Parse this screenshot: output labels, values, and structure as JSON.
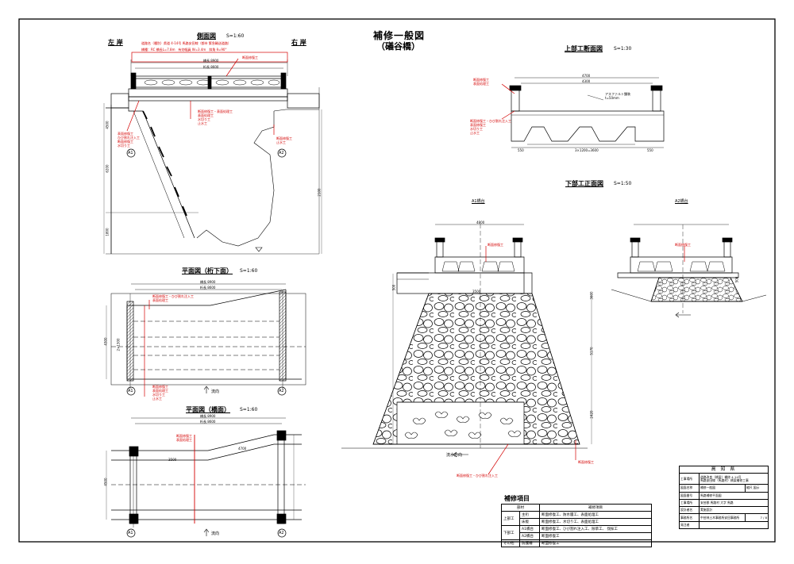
{
  "sheet": {
    "title": "補修一般図",
    "subtitle": "（礒谷橋）"
  },
  "side_view": {
    "title": "側面図",
    "scale": "S=1:60",
    "left_label": "左 岸",
    "right_label": "右 岸",
    "note_lines": [
      "道路名（種別）県道 4-14号 馬路安田線（都市 緊急輸送道路）",
      "橋種：RC 橋長L=7.8m　有効幅員 W=3.4m　斜角 θ=90°"
    ],
    "callouts": [
      "断面修復工",
      "断面修復工・表面処理工\n表面処理工\n水切り工\n止水工",
      "断面修復工\n止水工",
      "表面修復工\nひび割れ注入工\n断面修復工\n水切り工"
    ],
    "dims": [
      "橋長 8900",
      "桁長 8600",
      "4500",
      "6200",
      "1800",
      "2100"
    ],
    "axis_a1": "A1",
    "axis_a2": "A2"
  },
  "plan_below": {
    "title": "平面図（桁下面）",
    "scale": "S=1:60",
    "callouts": [
      "断面修復工・ひび割れ注入工\n表面処理工",
      "断面修復工\n表面処理工\n水切り工\n止水工"
    ],
    "dims": [
      "橋長 8900",
      "桁長 8600",
      "4300",
      "2×1300"
    ],
    "flow_label": "流向",
    "axis_a1": "A1",
    "axis_a2": "A2"
  },
  "plan_deck": {
    "title": "平面図（橋面）",
    "scale": "S=1:60",
    "callouts": [
      "断面修復工\n表面処理工"
    ],
    "dims": [
      "橋長 8900",
      "桁長 8600",
      "3500",
      "4700",
      "4500"
    ],
    "flow_label": "流向",
    "axis_a1": "A1",
    "axis_a2": "A2"
  },
  "super_section": {
    "title": "上部工断面図",
    "scale": "S=1:30",
    "callouts": [
      "断面修復工\n表面処理工",
      "断面修復工・ひび割れ注入工\n表面修復工\n水切り工\n止水工"
    ],
    "labels": [
      "アスファルト舗装",
      "t=50mm"
    ],
    "dims": [
      "4700",
      "4300",
      "3×1200=3600",
      "550",
      "550"
    ]
  },
  "sub_front": {
    "title": "下部工正面図",
    "scale": "S=1:50",
    "a1_label": "A1橋台",
    "a2_label": "A2橋台",
    "callouts": [
      "断面修復工",
      "断面修復工",
      "断面修復工",
      "断面修復工・ひび割れ注入工"
    ],
    "dims": [
      "4800",
      "3500",
      "500",
      "5170",
      "3600",
      "2420",
      "500"
    ],
    "flow_label": "流水方向"
  },
  "repair_table": {
    "heading": "補修項目",
    "col_heads": [
      "部材",
      "補修項目"
    ],
    "rows": [
      {
        "group": "上部工",
        "part": "主桁",
        "work": "断面修復工、防水層工、表面処理工"
      },
      {
        "group": "",
        "part": "床版",
        "work": "断面修復工、水切り工、表面処理工"
      },
      {
        "group": "下部工",
        "part": "A1橋台",
        "work": "断面修復工、ひび割れ注入工、除草工、 伐採工"
      },
      {
        "group": "",
        "part": "A2橋台",
        "work": "断面修復工"
      },
      {
        "group": "その他",
        "part": "防護柵",
        "work": "断面修復工"
      }
    ]
  },
  "title_block": {
    "header": "高 知 県",
    "rows": [
      {
        "k": "工事場所",
        "v": "道路改良（橋梁）補修 4-14号\n馬路安田線（馬路村）橋梁補修工事"
      },
      {
        "k": "図面名称",
        "v": "補修一般図"
      },
      {
        "k": "図面番号",
        "v": "馬路補修平面図"
      },
      {
        "k": "工事場所",
        "v": "安芸郡 馬路村 大字 馬路"
      },
      {
        "k": "設計者名",
        "v": "実施設計"
      },
      {
        "k": "事務所名",
        "v": "中芸林土木事務所安田事務所"
      },
      {
        "k": "発注者",
        "v": ""
      }
    ],
    "scale_label": "縮尺",
    "scale_value": "図示",
    "sheet_no": "7",
    "total_sheets": "8"
  },
  "colors": {
    "ink": "#000000",
    "callout": "#d40000"
  }
}
